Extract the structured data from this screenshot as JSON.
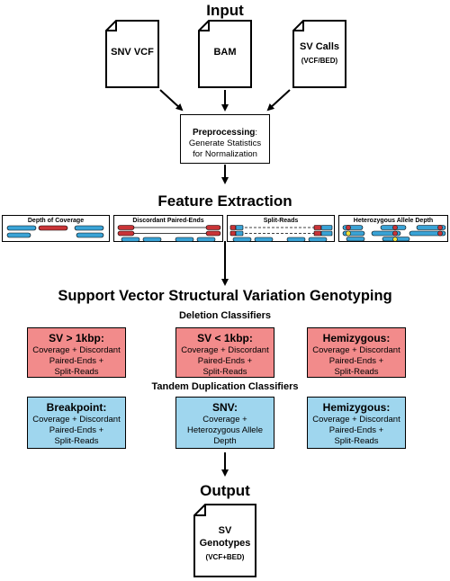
{
  "input": {
    "title": "Input",
    "files": [
      {
        "label": "SNV VCF",
        "sub": ""
      },
      {
        "label": "BAM",
        "sub": ""
      },
      {
        "label": "SV Calls",
        "sub": "(VCF/BED)"
      }
    ]
  },
  "preprocessing": {
    "title": "Preprocessing",
    "colon": ":",
    "line1": "Generate Statistics",
    "line2": "for Normalization"
  },
  "feature_extraction": {
    "title": "Feature Extraction",
    "panels": [
      {
        "label": "Depth of Coverage"
      },
      {
        "label": "Discordant Paired-Ends"
      },
      {
        "label": "Split-Reads"
      },
      {
        "label": "Heterozygous Allele Depth"
      }
    ]
  },
  "genotyping": {
    "title": "Support Vector Structural Variation Genotyping",
    "deletion_header": "Deletion Classifiers",
    "deletion": [
      {
        "title": "SV > 1kbp:",
        "desc": [
          "Coverage + Discordant",
          "Paired-Ends +",
          "Split-Reads"
        ]
      },
      {
        "title": "SV < 1kbp:",
        "desc": [
          "Coverage + Discordant",
          "Paired-Ends +",
          "Split-Reads"
        ]
      },
      {
        "title": "Hemizygous:",
        "desc": [
          "Coverage + Discordant",
          "Paired-Ends +",
          "Split-Reads"
        ]
      }
    ],
    "duplication_header": "Tandem Duplication Classifiers",
    "duplication": [
      {
        "title": "Breakpoint:",
        "desc": [
          "Coverage + Discordant",
          "Paired-Ends +",
          "Split-Reads"
        ]
      },
      {
        "title": "SNV:",
        "desc": [
          "Coverage +",
          "Heterozygous Allele",
          "Depth"
        ]
      },
      {
        "title": "Hemizygous:",
        "desc": [
          "Coverage + Discordant",
          "Paired-Ends +",
          "Split-Reads"
        ]
      }
    ]
  },
  "output": {
    "title": "Output",
    "file": {
      "line1": "SV",
      "line2": "Genotypes",
      "sub": "(VCF+BED)"
    }
  },
  "colors": {
    "read_blue": "#3aa3d6",
    "read_red": "#c93437",
    "deletion_fill": "#f28b8b",
    "duplication_fill": "#9fd6ee",
    "snp_yellow": "#f2e03a"
  }
}
